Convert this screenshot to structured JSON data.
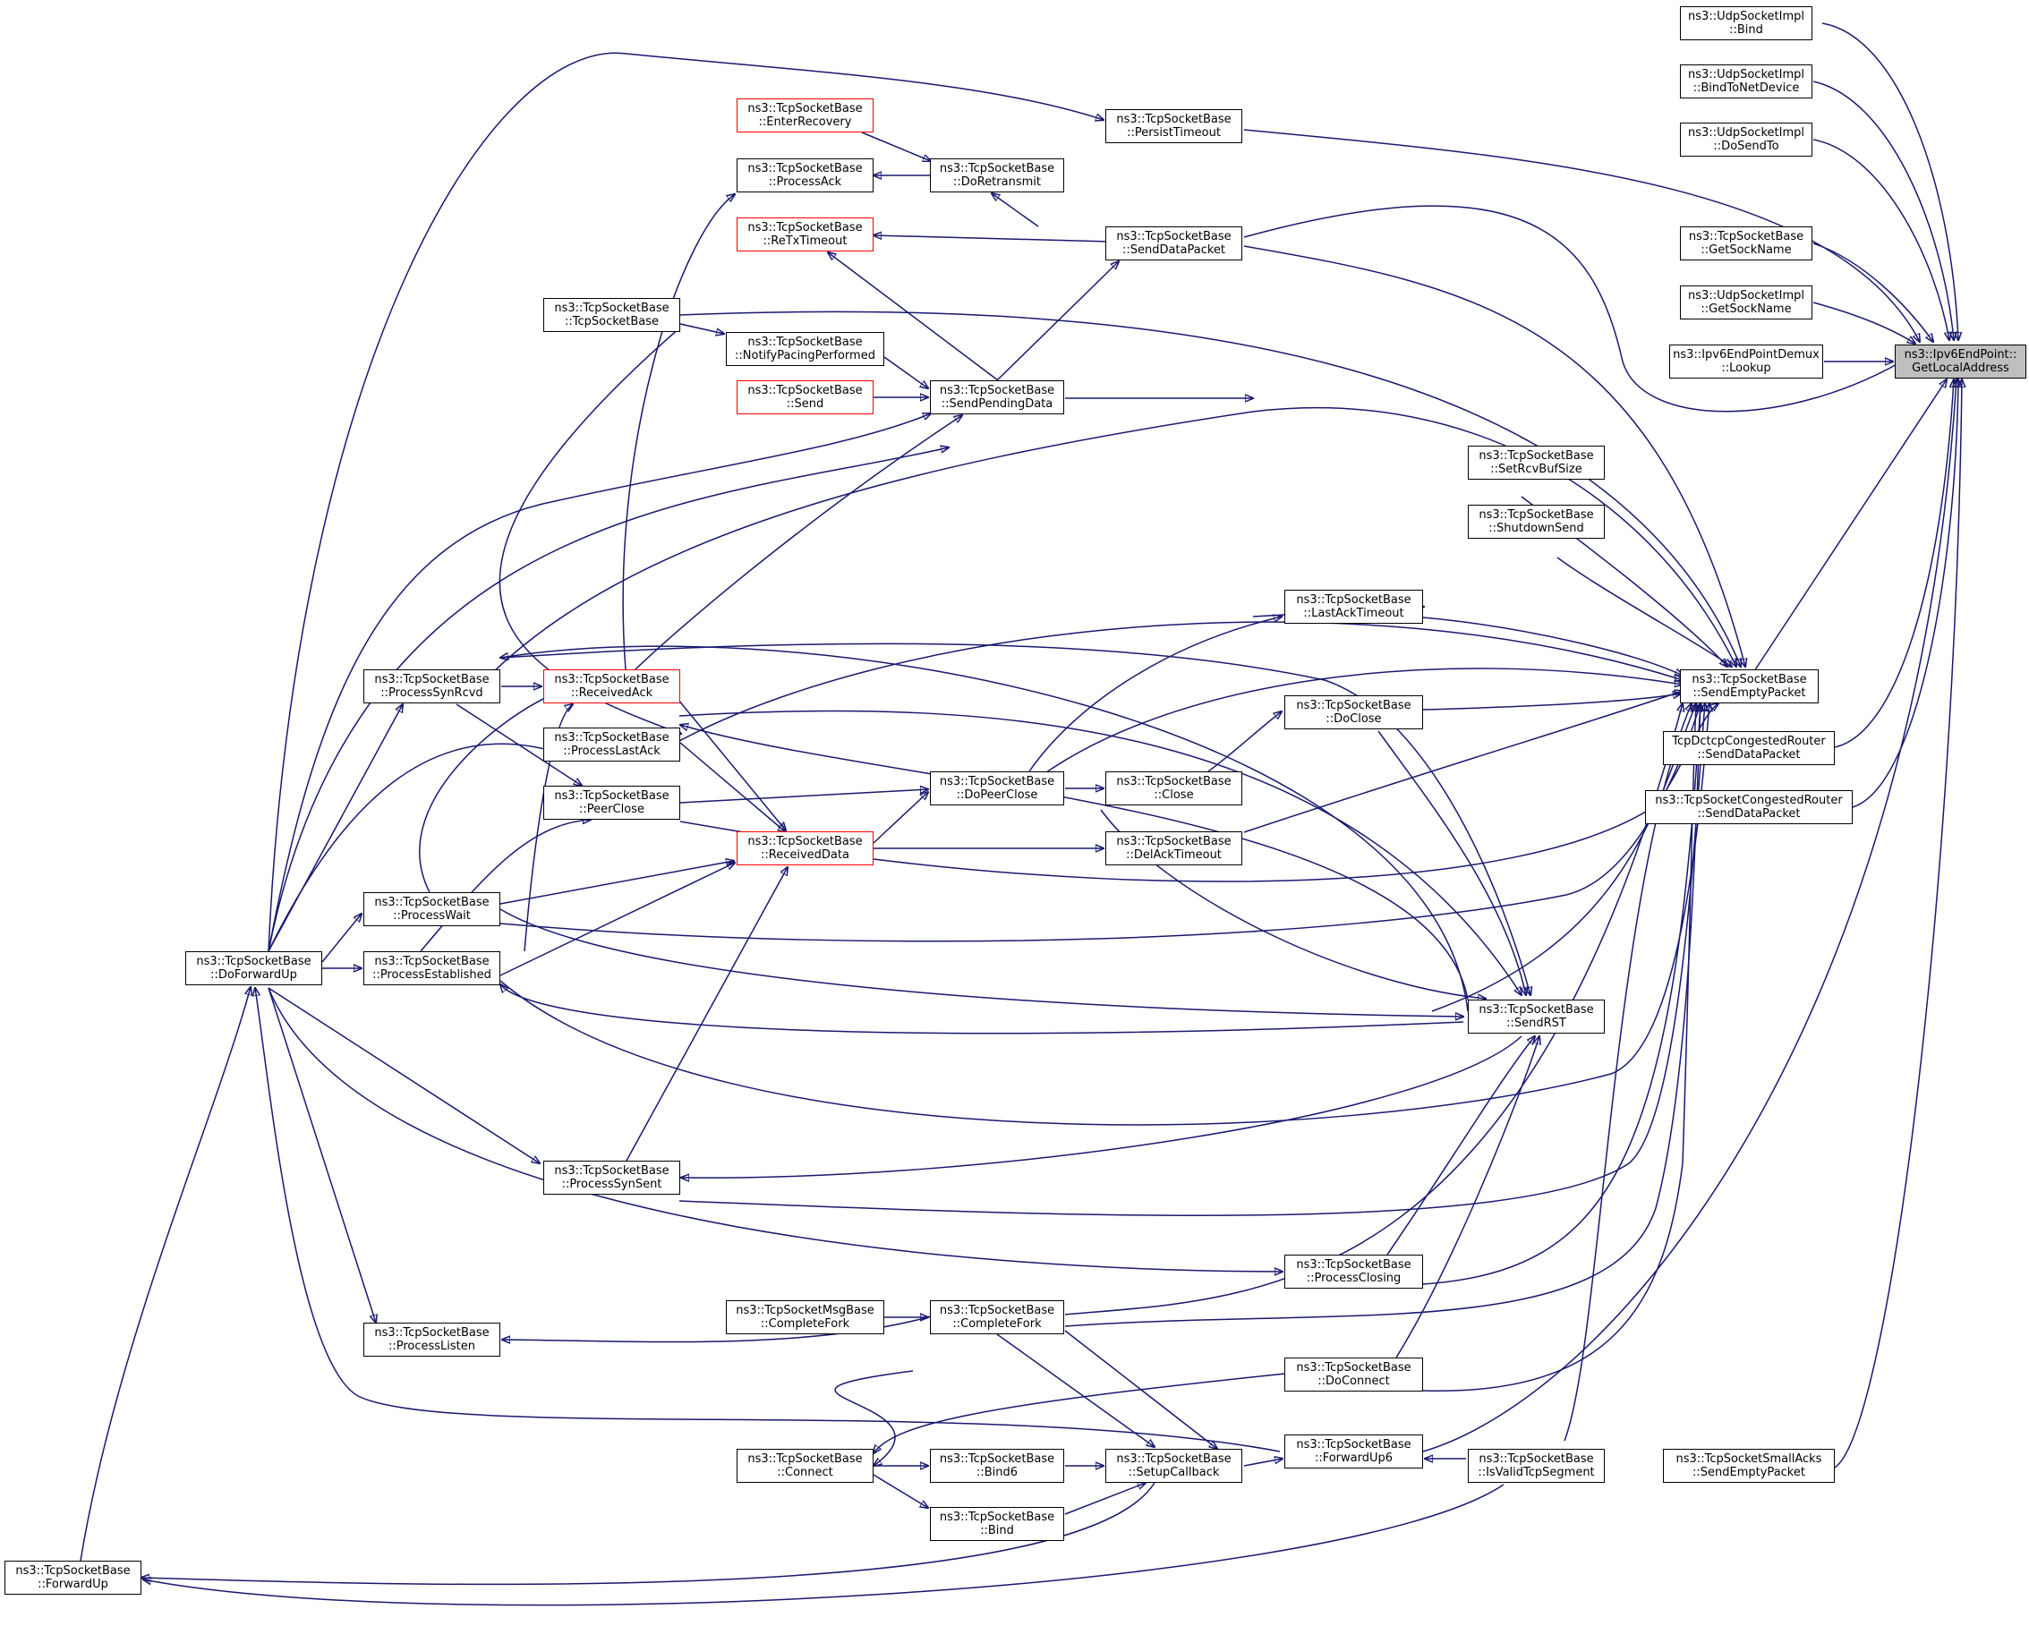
{
  "graph": {
    "target": {
      "line1": "ns3::Ipv6EndPoint::",
      "line2": "GetLocalAddress"
    },
    "nodes": [
      {
        "id": "udpBind",
        "line1": "ns3::UdpSocketImpl",
        "line2": "::Bind"
      },
      {
        "id": "udpBindToNetDevice",
        "line1": "ns3::UdpSocketImpl",
        "line2": "::BindToNetDevice"
      },
      {
        "id": "udpDoSendTo",
        "line1": "ns3::UdpSocketImpl",
        "line2": "::DoSendTo"
      },
      {
        "id": "tcpGetSockName",
        "line1": "ns3::TcpSocketBase",
        "line2": "::GetSockName"
      },
      {
        "id": "udpGetSockName",
        "line1": "ns3::UdpSocketImpl",
        "line2": "::GetSockName"
      },
      {
        "id": "demuxLookup",
        "line1": "ns3::Ipv6EndPointDemux",
        "line2": "::Lookup"
      },
      {
        "id": "persistTimeout",
        "line1": "ns3::TcpSocketBase",
        "line2": "::PersistTimeout"
      },
      {
        "id": "enterRecovery",
        "line1": "ns3::TcpSocketBase",
        "line2": "::EnterRecovery",
        "red": true
      },
      {
        "id": "processAck",
        "line1": "ns3::TcpSocketBase",
        "line2": "::ProcessAck"
      },
      {
        "id": "doRetransmit",
        "line1": "ns3::TcpSocketBase",
        "line2": "::DoRetransmit"
      },
      {
        "id": "reTxTimeout",
        "line1": "ns3::TcpSocketBase",
        "line2": "::ReTxTimeout",
        "red": true
      },
      {
        "id": "sendDataPacket",
        "line1": "ns3::TcpSocketBase",
        "line2": "::SendDataPacket"
      },
      {
        "id": "tcpSocketBase",
        "line1": "ns3::TcpSocketBase",
        "line2": "::TcpSocketBase"
      },
      {
        "id": "notifyPacing",
        "line1": "ns3::TcpSocketBase",
        "line2": "::NotifyPacingPerformed"
      },
      {
        "id": "send",
        "line1": "ns3::TcpSocketBase",
        "line2": "::Send",
        "red": true
      },
      {
        "id": "sendPendingData",
        "line1": "ns3::TcpSocketBase",
        "line2": "::SendPendingData"
      },
      {
        "id": "setRcvBufSize",
        "line1": "ns3::TcpSocketBase",
        "line2": "::SetRcvBufSize"
      },
      {
        "id": "shutdownSend",
        "line1": "ns3::TcpSocketBase",
        "line2": "::ShutdownSend"
      },
      {
        "id": "lastAckTimeout",
        "line1": "ns3::TcpSocketBase",
        "line2": "::LastAckTimeout"
      },
      {
        "id": "sendEmptyPacket",
        "line1": "ns3::TcpSocketBase",
        "line2": "::SendEmptyPacket"
      },
      {
        "id": "dctcpSend",
        "line1": "TcpDctcpCongestedRouter",
        "line2": "::SendDataPacket"
      },
      {
        "id": "congSend",
        "line1": "ns3::TcpSocketCongestedRouter",
        "line2": "::SendDataPacket"
      },
      {
        "id": "processSynRcvd",
        "line1": "ns3::TcpSocketBase",
        "line2": "::ProcessSynRcvd"
      },
      {
        "id": "receivedAck",
        "line1": "ns3::TcpSocketBase",
        "line2": "::ReceivedAck",
        "red": true
      },
      {
        "id": "doClose",
        "line1": "ns3::TcpSocketBase",
        "line2": "::DoClose"
      },
      {
        "id": "processLastAck",
        "line1": "ns3::TcpSocketBase",
        "line2": "::ProcessLastAck"
      },
      {
        "id": "doPeerClose",
        "line1": "ns3::TcpSocketBase",
        "line2": "::DoPeerClose"
      },
      {
        "id": "close",
        "line1": "ns3::TcpSocketBase",
        "line2": "::Close"
      },
      {
        "id": "peerClose",
        "line1": "ns3::TcpSocketBase",
        "line2": "::PeerClose"
      },
      {
        "id": "receivedData",
        "line1": "ns3::TcpSocketBase",
        "line2": "::ReceivedData",
        "red": true
      },
      {
        "id": "delAckTimeout",
        "line1": "ns3::TcpSocketBase",
        "line2": "::DelAckTimeout"
      },
      {
        "id": "processWait",
        "line1": "ns3::TcpSocketBase",
        "line2": "::ProcessWait"
      },
      {
        "id": "doForwardUp",
        "line1": "ns3::TcpSocketBase",
        "line2": "::DoForwardUp"
      },
      {
        "id": "processEstablished",
        "line1": "ns3::TcpSocketBase",
        "line2": "::ProcessEstablished"
      },
      {
        "id": "sendRST",
        "line1": "ns3::TcpSocketBase",
        "line2": "::SendRST"
      },
      {
        "id": "processSynSent",
        "line1": "ns3::TcpSocketBase",
        "line2": "::ProcessSynSent"
      },
      {
        "id": "processClosing",
        "line1": "ns3::TcpSocketBase",
        "line2": "::ProcessClosing"
      },
      {
        "id": "msgCompleteFork",
        "line1": "ns3::TcpSocketMsgBase",
        "line2": "::CompleteFork"
      },
      {
        "id": "completeFork",
        "line1": "ns3::TcpSocketBase",
        "line2": "::CompleteFork"
      },
      {
        "id": "processListen",
        "line1": "ns3::TcpSocketBase",
        "line2": "::ProcessListen"
      },
      {
        "id": "doConnect",
        "line1": "ns3::TcpSocketBase",
        "line2": "::DoConnect"
      },
      {
        "id": "connect",
        "line1": "ns3::TcpSocketBase",
        "line2": "::Connect"
      },
      {
        "id": "bind6",
        "line1": "ns3::TcpSocketBase",
        "line2": "::Bind6"
      },
      {
        "id": "setupCallback",
        "line1": "ns3::TcpSocketBase",
        "line2": "::SetupCallback"
      },
      {
        "id": "forwardUp6",
        "line1": "ns3::TcpSocketBase",
        "line2": "::ForwardUp6"
      },
      {
        "id": "isValidTcpSegment",
        "line1": "ns3::TcpSocketBase",
        "line2": "::IsValidTcpSegment"
      },
      {
        "id": "smallAcksSend",
        "line1": "ns3::TcpSocketSmallAcks",
        "line2": "::SendEmptyPacket"
      },
      {
        "id": "bind",
        "line1": "ns3::TcpSocketBase",
        "line2": "::Bind"
      },
      {
        "id": "forwardUp",
        "line1": "ns3::TcpSocketBase",
        "line2": "::ForwardUp"
      }
    ]
  }
}
